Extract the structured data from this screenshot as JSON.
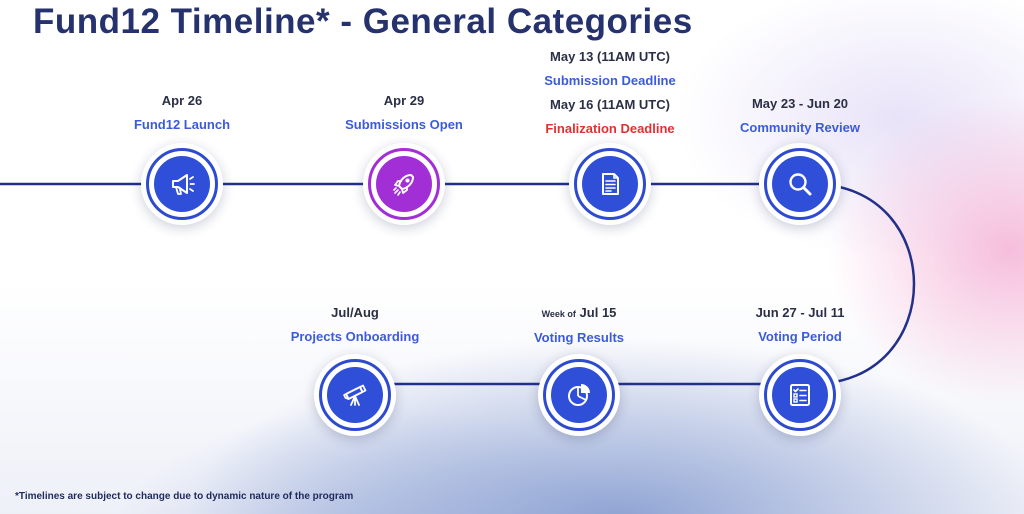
{
  "title": "Fund12 Timeline* - General Categories",
  "footnote": "*Timelines are subject to change due to dynamic nature of the program",
  "milestones": [
    {
      "date": "Apr 26",
      "label": "Fund12 Launch",
      "icon": "megaphone-icon"
    },
    {
      "date": "Apr 29",
      "label": "Submissions Open",
      "icon": "rocket-icon",
      "accent": "#a22fd6"
    },
    {
      "date": "May 13 (11AM UTC)",
      "label": "Submission Deadline",
      "date2": "May 16 (11AM UTC)",
      "label2": "Finalization Deadline",
      "label2_color": "#e03131",
      "icon": "document-icon"
    },
    {
      "date": "May 23 - Jun 20",
      "label": "Community Review",
      "icon": "magnifier-icon"
    },
    {
      "date": "Jun 27 - Jul 11",
      "label": "Voting Period",
      "icon": "checklist-icon"
    },
    {
      "date_prefix": "Week of",
      "date": "Jul 15",
      "label": "Voting Results",
      "icon": "pie-chart-icon"
    },
    {
      "date": "Jul/Aug",
      "label": "Projects Onboarding",
      "icon": "telescope-icon"
    }
  ],
  "colors": {
    "title": "#25326e",
    "accent_blue": "#2f4fd8",
    "label_blue": "#3b5bdb",
    "accent_purple": "#a22fd6",
    "alert_red": "#e03131"
  }
}
